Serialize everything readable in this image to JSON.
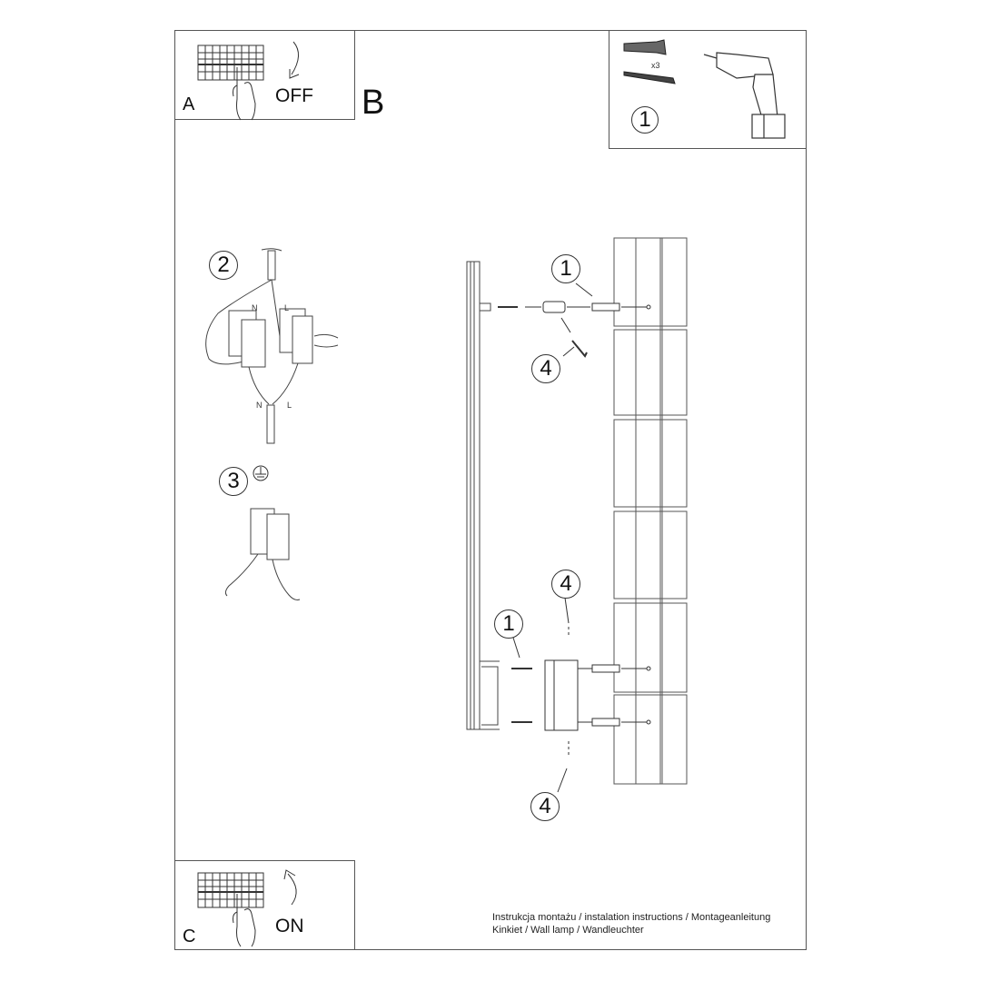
{
  "document": {
    "type": "installation instructions",
    "product": "Wall lamp"
  },
  "panel_a": {
    "letter": "A",
    "state_label": "OFF",
    "icon": "breaker-switch-off-icon"
  },
  "section_b": {
    "letter": "B"
  },
  "panel_c": {
    "letter": "C",
    "state_label": "ON",
    "icon": "breaker-switch-on-icon"
  },
  "tools_panel": {
    "step_number": "1",
    "quantity_label": "x3",
    "items": [
      "wall-plug-icon",
      "screw-icon",
      "drill-icon"
    ]
  },
  "wiring_step": {
    "step_number": "2",
    "labels_top": [
      "N",
      "L"
    ],
    "labels_bottom": [
      "N",
      "L"
    ]
  },
  "ground_step": {
    "step_number": "3",
    "icon": "ground-symbol-icon"
  },
  "assembly_callouts": {
    "top_screw": "1",
    "top_hex_key": "4",
    "bottom_screw": "1",
    "bottom_top_hex": "4",
    "bottom_bottom_hex": "4"
  },
  "caption": {
    "line1": "Instrukcja montażu / instalation instructions / Montageanleitung",
    "line2": "Kinkiet / Wall lamp / Wandleuchter"
  }
}
